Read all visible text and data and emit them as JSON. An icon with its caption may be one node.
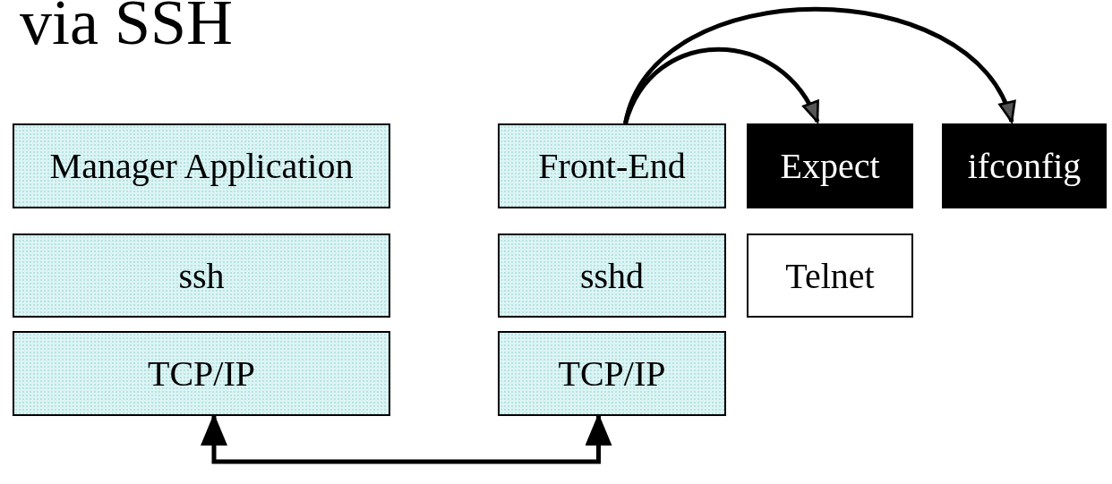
{
  "diagram": {
    "title": "via SSH",
    "nodes": [
      {
        "text": [
          "Manager Application"
        ]
      },
      {
        "text": [
          "Front-End"
        ]
      },
      {
        "text": [
          "Expect"
        ]
      },
      {
        "text": [
          "ifconfig"
        ]
      },
      {
        "text": [
          "ssh"
        ]
      },
      {
        "text": [
          "sshd"
        ]
      },
      {
        "text": [
          "Telnet"
        ]
      },
      {
        "text": [
          "TCP/IP"
        ]
      },
      {
        "text": [
          "TCP/IP"
        ]
      }
    ],
    "edges": [
      {
        "from": 1,
        "to": 2,
        "arrow": "to"
      },
      {
        "from": 1,
        "to": 3,
        "arrow": "to"
      },
      {
        "from": 7,
        "to": 8,
        "arrow": "both"
      }
    ]
  }
}
